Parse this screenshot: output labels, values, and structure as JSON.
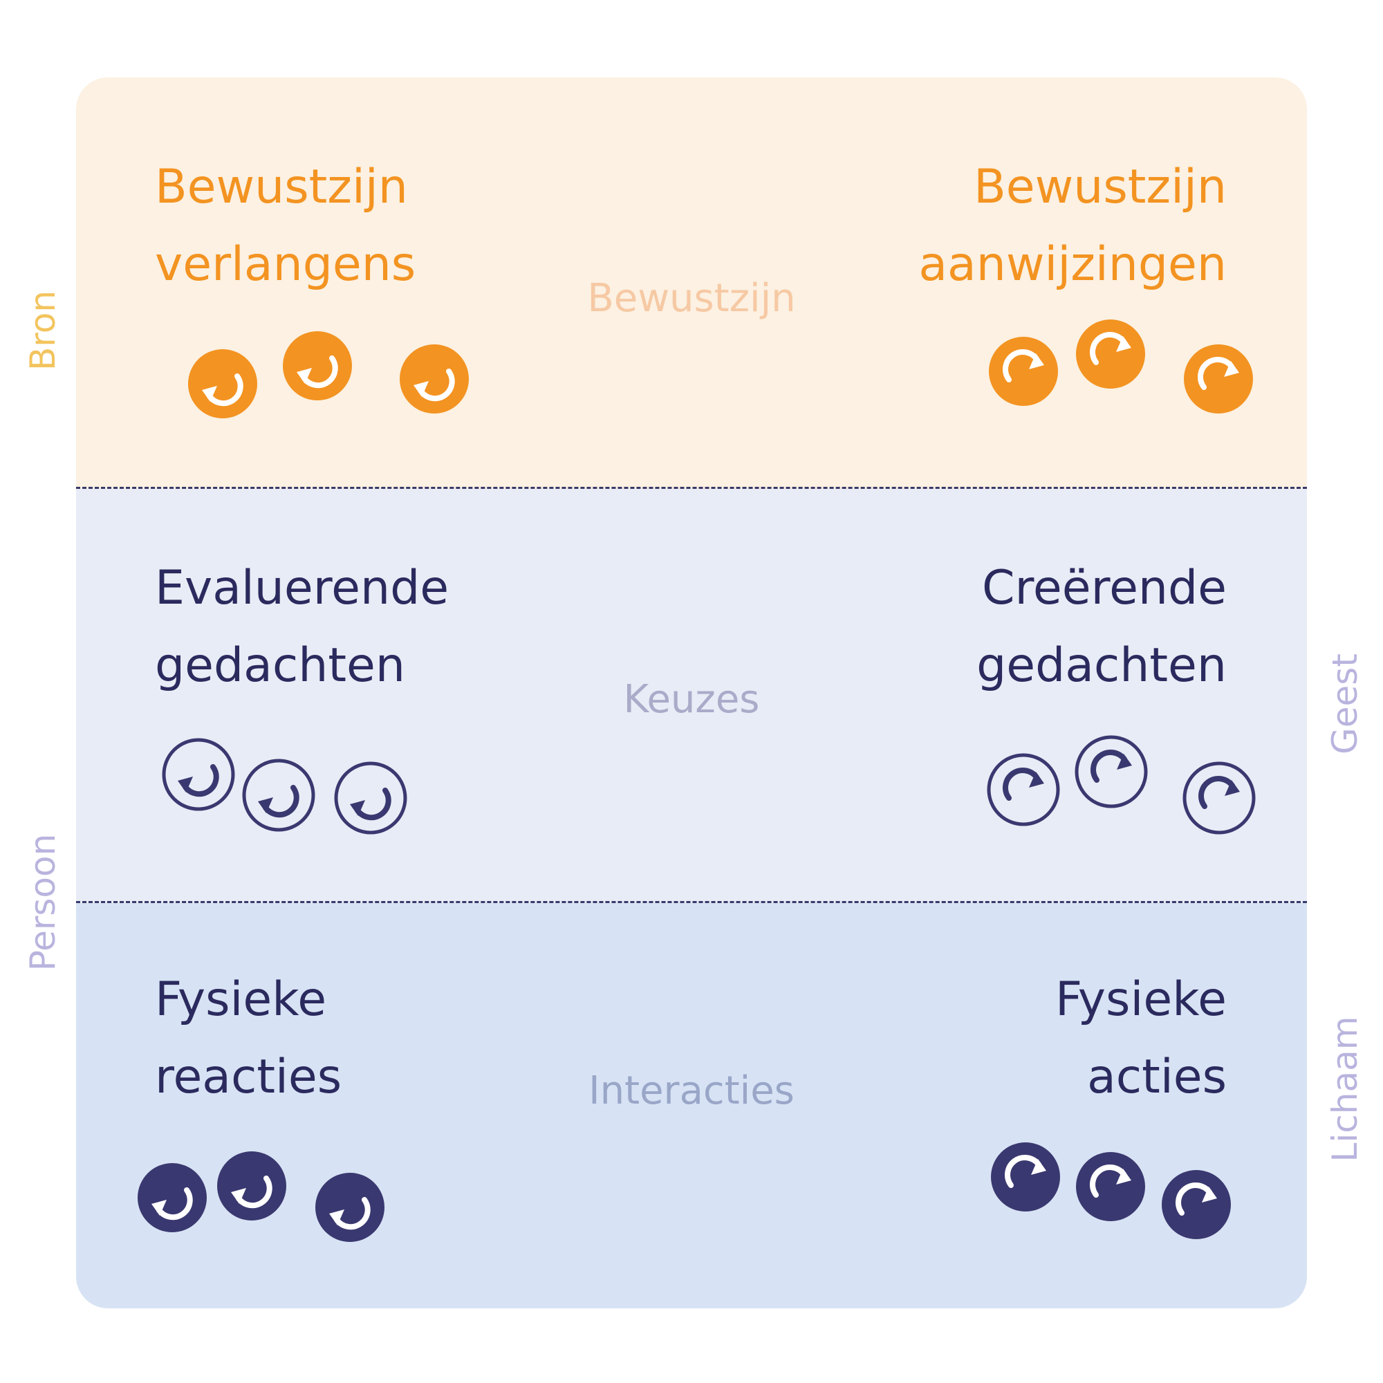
{
  "sections": {
    "top": {
      "center_label": "Bewustzijn",
      "left_title": [
        "Bewustzijn",
        "verlangens"
      ],
      "right_title": [
        "Bewustzijn",
        "aanwijzingen"
      ]
    },
    "middle": {
      "center_label": "Keuzes",
      "left_title": [
        "Evaluerende",
        "gedachten"
      ],
      "right_title": [
        "Creërende",
        "gedachten"
      ]
    },
    "bottom": {
      "center_label": "Interacties",
      "left_title": [
        "Fysieke",
        "reacties"
      ],
      "right_title": [
        "Fysieke",
        "acties"
      ]
    }
  },
  "side_labels": {
    "left_top": "Bron",
    "left_bottom": "Persoon",
    "right_mid": "Geest",
    "right_bottom": "Lichaam"
  },
  "icons": {
    "left": "counter-clockwise-arrow-icon",
    "right": "clockwise-arrow-icon"
  },
  "colors": {
    "orange": "#f39321",
    "navy": "#3a3870",
    "top_band": "#fcf1e2",
    "middle_band": "#e8ecf6",
    "bottom_band": "#d7e3f4",
    "center_label_top": "#f6c9a4",
    "center_label_mid": "#a9abc9",
    "center_label_bot": "#9aa6c8",
    "side_orange": "#f3c45e",
    "side_lavender": "#b9b4de"
  }
}
